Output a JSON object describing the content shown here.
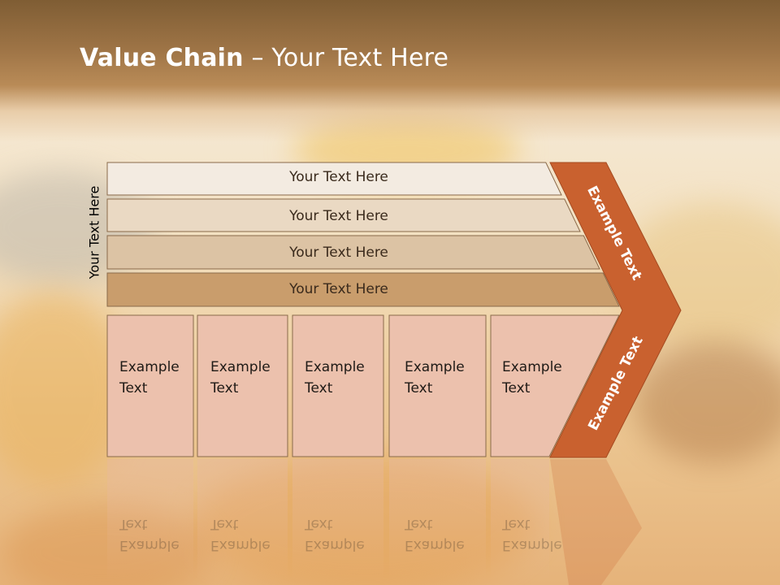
{
  "title": {
    "bold": "Value Chain",
    "rest": " – Your Text Here"
  },
  "side_label": "Your Text Here",
  "rows": [
    {
      "label": "Your Text Here",
      "color": "#f3ebe1"
    },
    {
      "label": "Your Text Here",
      "color": "#ead9c3"
    },
    {
      "label": "Your Text Here",
      "color": "#dcc3a4"
    },
    {
      "label": "Your Text Here",
      "color": "#c99d6c"
    }
  ],
  "boxes": [
    {
      "line1": "Example",
      "line2": "Text"
    },
    {
      "line1": "Example",
      "line2": "Text"
    },
    {
      "line1": "Example",
      "line2": "Text"
    },
    {
      "line1": "Example",
      "line2": "Text"
    },
    {
      "line1": "Example",
      "line2": "Text"
    }
  ],
  "chevron": {
    "upper": "Example Text",
    "lower": "Example Text"
  },
  "colors": {
    "chevron": "#c9612f",
    "box": "#ecc1ad",
    "outline": "#8a6a4a"
  }
}
